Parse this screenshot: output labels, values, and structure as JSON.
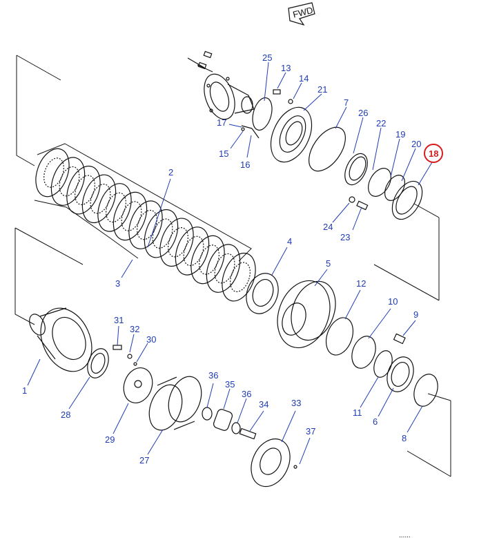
{
  "diagram": {
    "direction_marker": "FWD",
    "highlight_color": "#d81b1b",
    "callout_color": "#1f3bb3",
    "highlighted_part": "18",
    "callouts": [
      "25",
      "13",
      "14",
      "21",
      "7",
      "26",
      "22",
      "19",
      "20",
      "18",
      "17",
      "15",
      "16",
      "24",
      "23",
      "2",
      "3",
      "4",
      "5",
      "12",
      "10",
      "9",
      "31",
      "32",
      "30",
      "1",
      "28",
      "29",
      "27",
      "36",
      "35",
      "36",
      "34",
      "33",
      "11",
      "6",
      "8",
      "37"
    ],
    "footer_dots": "......"
  }
}
